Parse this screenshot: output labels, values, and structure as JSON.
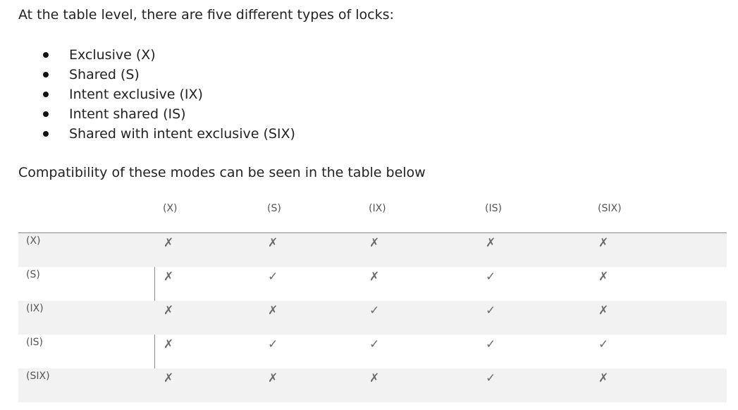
{
  "intro": "At the table level, there are five different types of locks:",
  "lock_types": [
    "Exclusive (X)",
    "Shared (S)",
    "Intent exclusive (IX)",
    "Intent shared (IS)",
    "Shared with intent exclusive (SIX)"
  ],
  "compat_text": "Compatibility of these modes can be seen in the table below",
  "table": {
    "columns": [
      "(X)",
      "(S)",
      "(IX)",
      "(IS)",
      "(SIX)"
    ],
    "rows": [
      {
        "label": "(X)",
        "cells": [
          "✗",
          "✗",
          "✗",
          "✗",
          "✗"
        ]
      },
      {
        "label": "(S)",
        "cells": [
          "✗",
          "✓",
          "✗",
          "✓",
          "✗"
        ]
      },
      {
        "label": "(IX)",
        "cells": [
          "✗",
          "✗",
          "✓",
          "✓",
          "✗"
        ]
      },
      {
        "label": "(IS)",
        "cells": [
          "✗",
          "✓",
          "✓",
          "✓",
          "✓"
        ]
      },
      {
        "label": "(SIX)",
        "cells": [
          "✗",
          "✗",
          "✗",
          "✓",
          "✗"
        ]
      }
    ]
  }
}
